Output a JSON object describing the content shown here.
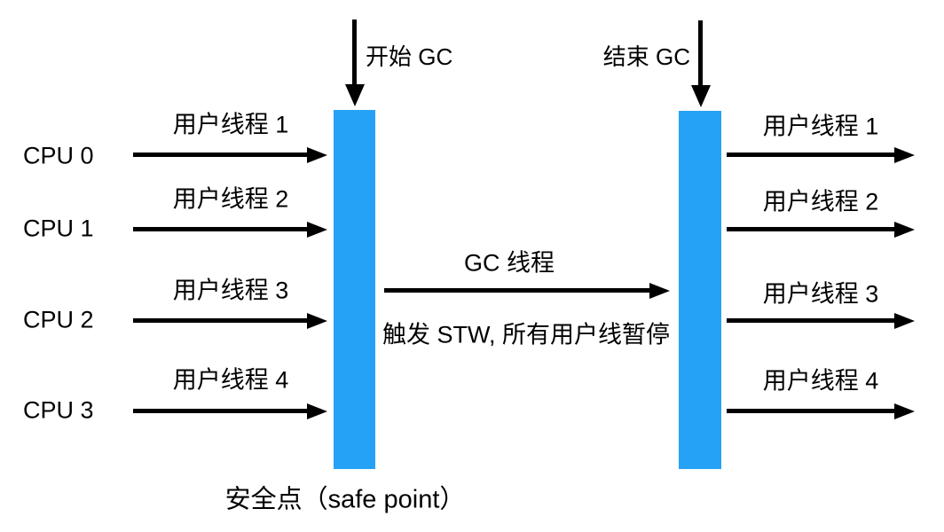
{
  "diagram": {
    "start_gc_label": "开始 GC",
    "end_gc_label": "结束 GC",
    "gc_thread_label": "GC 线程",
    "stw_caption": "触发 STW, 所有用户线暂停",
    "safe_point_caption": "安全点（safe point）",
    "cpus": [
      "CPU 0",
      "CPU 1",
      "CPU 2",
      "CPU 3"
    ],
    "left_threads": [
      "用户线程 1",
      "用户线程 2",
      "用户线程 3",
      "用户线程 4"
    ],
    "right_threads": [
      "用户线程 1",
      "用户线程 2",
      "用户线程 3",
      "用户线程 4"
    ],
    "colors": {
      "bar": "#25A2F5",
      "arrow": "#000000",
      "text": "#000000",
      "background": "#FFFFFF"
    }
  }
}
